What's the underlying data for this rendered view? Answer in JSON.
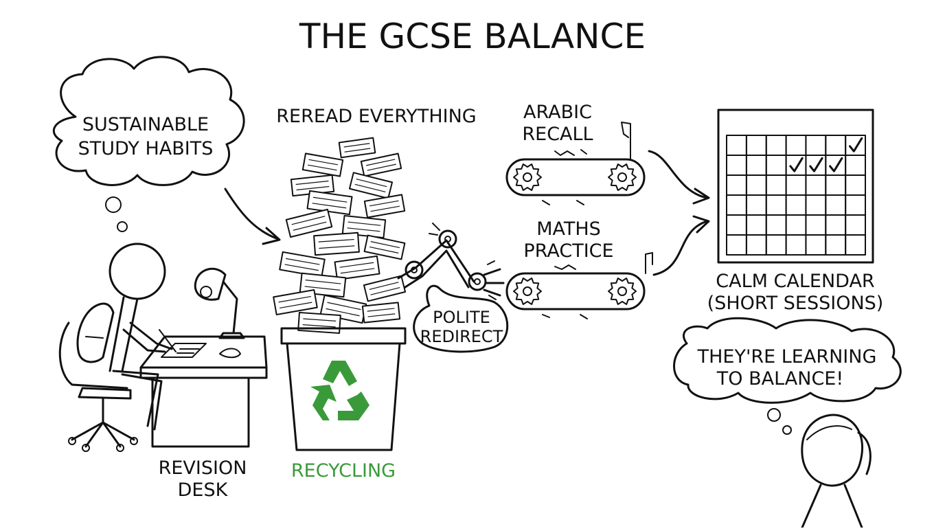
{
  "title": "THE GCSE BALANCE",
  "thought_bubble_left": [
    "SUSTAINABLE",
    "STUDY HABITS"
  ],
  "reread_label": "REREAD EVERYTHING",
  "recycling_label": "RECYCLING",
  "desk_label": [
    "REVISION",
    "DESK"
  ],
  "redirect_bubble": [
    "POLITE",
    "REDIRECT"
  ],
  "conveyor_top_label": [
    "ARABIC",
    "RECALL"
  ],
  "conveyor_bottom_label": [
    "MATHS",
    "PRACTICE"
  ],
  "calendar_label": [
    "CALM CALENDAR",
    "(SHORT SESSIONS)"
  ],
  "thought_bubble_right": [
    "THEY'RE LEARNING",
    "TO BALANCE!"
  ],
  "calendar": {
    "rows": 6,
    "cols": 7,
    "checks": [
      [
        0,
        6
      ],
      [
        1,
        3
      ],
      [
        1,
        4
      ],
      [
        1,
        5
      ]
    ]
  },
  "colors": {
    "ink": "#111111",
    "recycle_green": "#3a9a3a"
  }
}
